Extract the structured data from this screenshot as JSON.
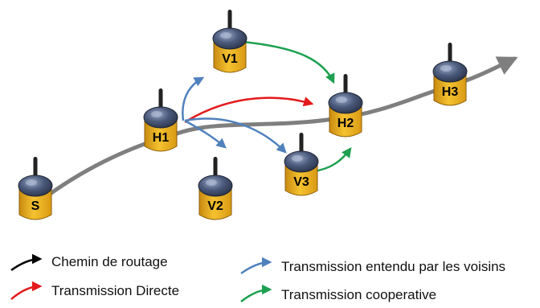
{
  "nodes": [
    {
      "id": "S",
      "label": "S"
    },
    {
      "id": "H1",
      "label": "H1"
    },
    {
      "id": "V1",
      "label": "V1"
    },
    {
      "id": "V2",
      "label": "V2"
    },
    {
      "id": "V3",
      "label": "V3"
    },
    {
      "id": "H2",
      "label": "H2"
    },
    {
      "id": "H3",
      "label": "H3"
    }
  ],
  "legend": {
    "routing_path": "Chemin de routage",
    "direct": "Transmission Directe",
    "overheard": "Transmission entendu par les voisins",
    "cooperative": "Transmission cooperative"
  },
  "colors": {
    "routing_path": "#7f7f7f",
    "routing_legend": "#000000",
    "direct": "#e31a1c",
    "overheard": "#4f81bd",
    "cooperative": "#1ea050",
    "node_body": "#f0b51e",
    "node_head": "#4a5a78",
    "label": "#000000"
  }
}
